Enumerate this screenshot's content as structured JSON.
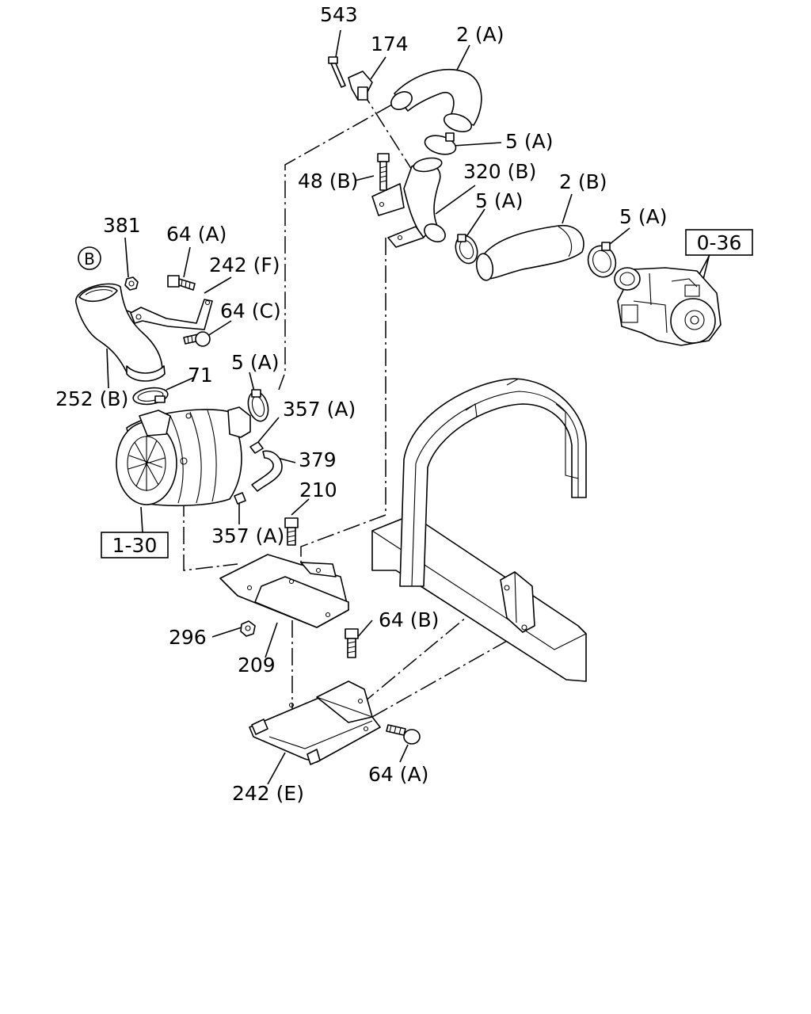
{
  "diagram": {
    "part_labels": {
      "p543": "543",
      "p174": "174",
      "p2a": "2 (A)",
      "p5a_top": "5 (A)",
      "p48b": "48 (B)",
      "p320b": "320 (B)",
      "p5a_mid": "5 (A)",
      "p2b": "2 (B)",
      "p5a_right": "5 (A)",
      "p381": "381",
      "p64a_top": "64 (A)",
      "p242f": "242 (F)",
      "pB": "B",
      "p64c": "64 (C)",
      "p5a_left": "5 (A)",
      "p71": "71",
      "p252b": "252 (B)",
      "p357a_top": "357 (A)",
      "p379": "379",
      "p210": "210",
      "p357a_bot": "357 (A)",
      "p296": "296",
      "p64b": "64 (B)",
      "p209": "209",
      "p64a_bot": "64 (A)",
      "p242e": "242 (E)"
    },
    "references": {
      "ref_0_36": "0-36",
      "ref_1_30": "1-30"
    }
  }
}
